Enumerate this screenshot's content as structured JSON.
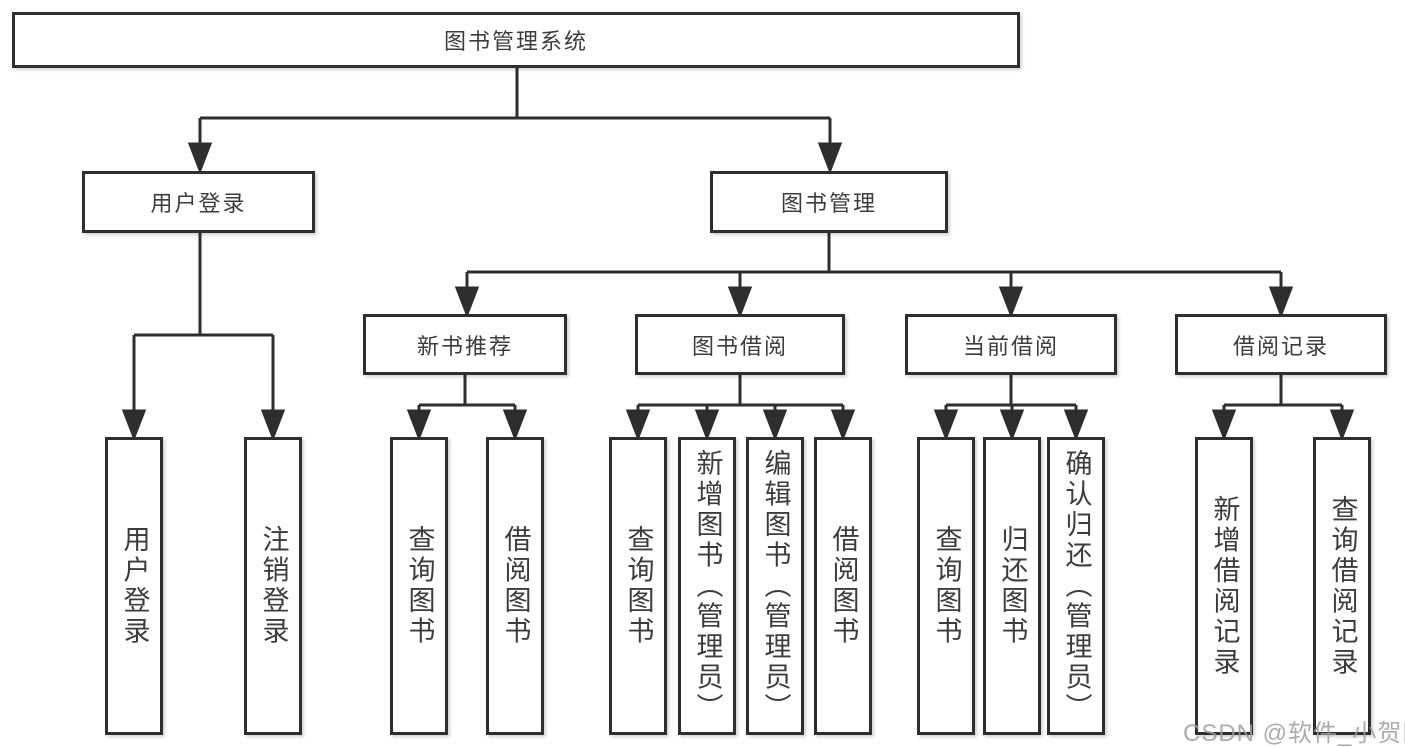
{
  "tree": {
    "label": "图书管理系统",
    "children": [
      {
        "label": "用户登录",
        "children": [
          {
            "label": "用户登录"
          },
          {
            "label": "注销登录"
          }
        ]
      },
      {
        "label": "图书管理",
        "children": [
          {
            "label": "新书推荐",
            "children": [
              {
                "label": "查询图书"
              },
              {
                "label": "借阅图书"
              }
            ]
          },
          {
            "label": "图书借阅",
            "children": [
              {
                "label": "查询图书"
              },
              {
                "label": "新增图书（管理员）"
              },
              {
                "label": "编辑图书（管理员）"
              },
              {
                "label": "借阅图书"
              }
            ]
          },
          {
            "label": "当前借阅",
            "children": [
              {
                "label": "查询图书"
              },
              {
                "label": "归还图书"
              },
              {
                "label": "确认归还（管理员）"
              }
            ]
          },
          {
            "label": "借阅记录",
            "children": [
              {
                "label": "新增借阅记录"
              },
              {
                "label": "查询借阅记录"
              }
            ]
          }
        ]
      }
    ]
  },
  "watermark": "CSDN @软件_小贺同学",
  "colors": {
    "line": "#2e2e2e",
    "text": "#3c3c3c",
    "background": "#ffffff",
    "watermark": "#9e9e9e"
  }
}
